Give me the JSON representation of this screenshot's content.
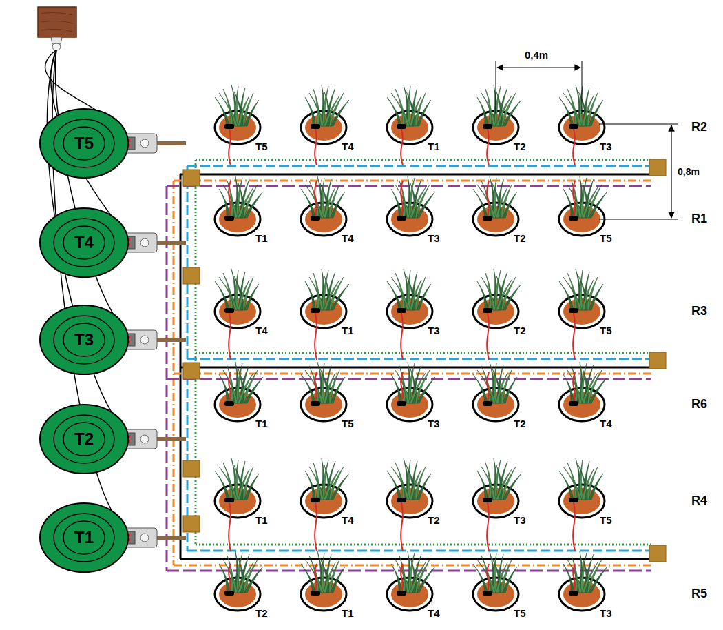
{
  "diagram": {
    "nodes": [
      {
        "text": [
          "T5"
        ]
      },
      {
        "text": [
          "T4"
        ]
      },
      {
        "text": [
          "T3"
        ]
      },
      {
        "text": [
          "T2"
        ]
      },
      {
        "text": [
          "T1"
        ]
      }
    ],
    "labels": [
      "0,4m",
      "T5",
      "T4",
      "T1",
      "T2",
      "T3",
      "R2",
      "0,8m",
      "T1",
      "T4",
      "T3",
      "T2",
      "T5",
      "R1",
      "T4",
      "T1",
      "T3",
      "T2",
      "T5",
      "R3",
      "T1",
      "T5",
      "T3",
      "T2",
      "T4",
      "R6",
      "T1",
      "T4",
      "T2",
      "T3",
      "T5",
      "R4",
      "T2",
      "T1",
      "T4",
      "T5",
      "T3",
      "R5"
    ]
  }
}
